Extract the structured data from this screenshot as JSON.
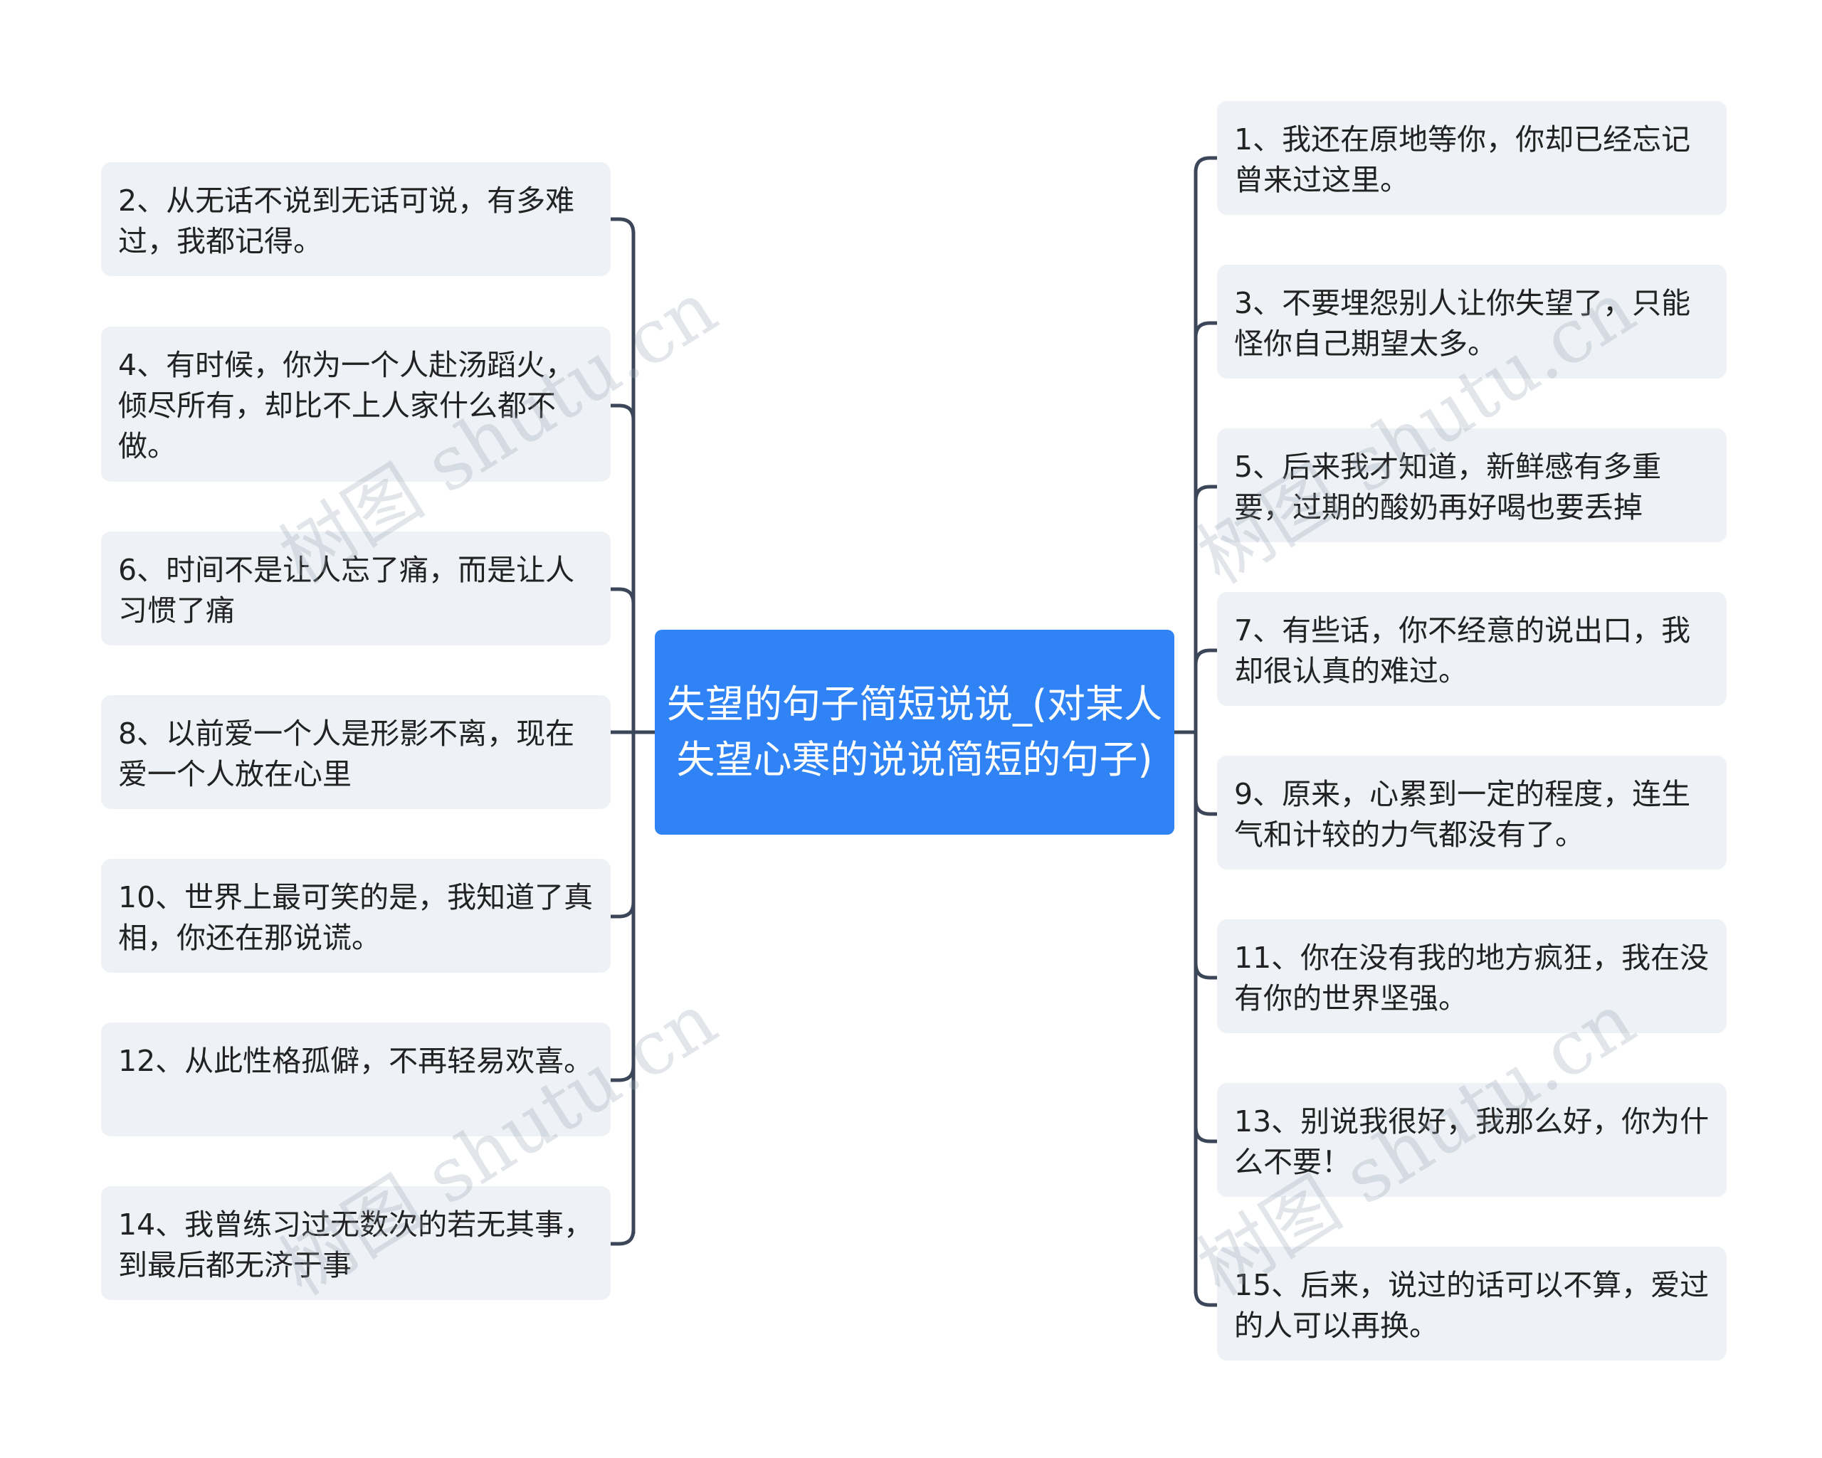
{
  "root": {
    "label": "失望的句子简短说说_(对某人失望心寒的说说简短的句子)"
  },
  "left_nodes": [
    {
      "text": "2、从无话不说到无话可说，有多难过，我都记得。"
    },
    {
      "text": "4、有时候，你为一个人赴汤蹈火，倾尽所有，却比不上人家什么都不做。"
    },
    {
      "text": "6、时间不是让人忘了痛，而是让人习惯了痛"
    },
    {
      "text": "8、以前爱一个人是形影不离，现在爱一个人放在心里"
    },
    {
      "text": "10、世界上最可笑的是，我知道了真相，你还在那说谎。"
    },
    {
      "text": "12、从此性格孤僻，不再轻易欢喜。"
    },
    {
      "text": "14、我曾练习过无数次的若无其事，到最后都无济于事"
    }
  ],
  "right_nodes": [
    {
      "text": "1、我还在原地等你，你却已经忘记曾来过这里。"
    },
    {
      "text": "3、不要埋怨别人让你失望了，只能怪你自己期望太多。"
    },
    {
      "text": "5、后来我才知道，新鲜感有多重要，过期的酸奶再好喝也要丢掉"
    },
    {
      "text": "7、有些话，你不经意的说出口，我却很认真的难过。"
    },
    {
      "text": "9、原来，心累到一定的程度，连生气和计较的力气都没有了。"
    },
    {
      "text": "11、你在没有我的地方疯狂，我在没有你的世界坚强。"
    },
    {
      "text": "13、别说我很好，我那么好，你为什么不要！"
    },
    {
      "text": "15、后来，说过的话可以不算，爱过的人可以再换。"
    }
  ],
  "watermark": "树图 shutu.cn",
  "colors": {
    "root_bg": "#2f83f5",
    "node_bg": "#eef1f5",
    "connector": "#3b4658"
  }
}
